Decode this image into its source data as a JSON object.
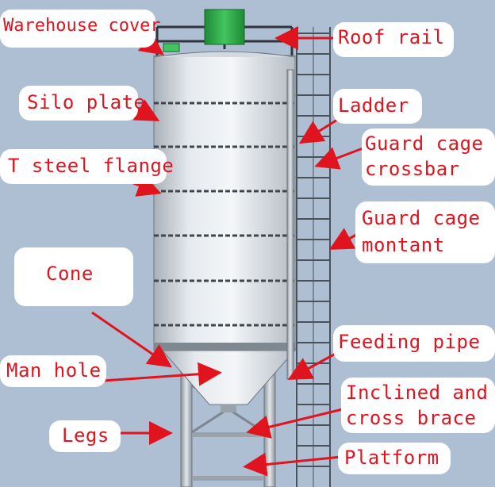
{
  "labels": {
    "warehouse_cover": "Warehouse cover",
    "roof_rail": "Roof rail",
    "silo_plate": "Silo plate",
    "ladder": "Ladder",
    "guard_cage_crossbar_1": "Guard cage",
    "guard_cage_crossbar_2": "crossbar",
    "t_steel_flange": "T steel flange",
    "guard_cage_montant_1": "Guard cage",
    "guard_cage_montant_2": "montant",
    "cone": "Cone",
    "feeding_pipe": "Feeding pipe",
    "man_hole": "Man hole",
    "inclined_cross_brace_1": "Inclined and",
    "inclined_cross_brace_2": "cross brace",
    "legs": "Legs",
    "platform": "Platform"
  },
  "colors": {
    "background": "#aebfd3",
    "label_text": "#e0141e",
    "arrow": "#e0141e",
    "silo_body": "#dfe4ea",
    "cover": "#2ea84a"
  }
}
